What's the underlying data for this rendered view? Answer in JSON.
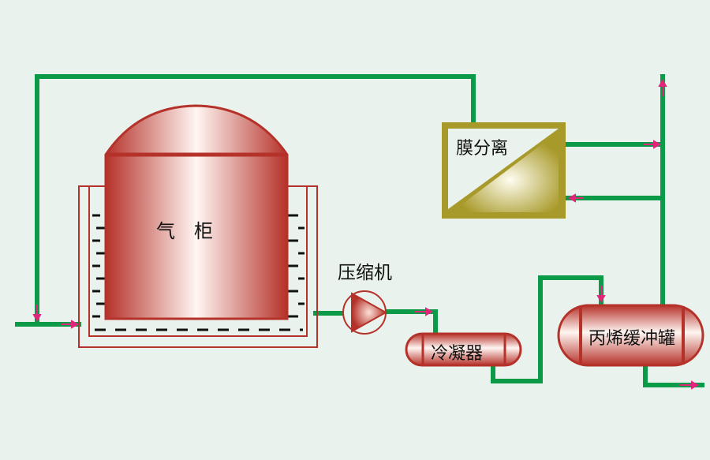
{
  "diagram": {
    "type": "process-flow",
    "colors": {
      "background": "#e9f2ec",
      "pipe": "#0a9a48",
      "vessel": "#b5322a",
      "membrane": "#a89a2a",
      "arrow": "#e0267a"
    },
    "equipment": {
      "gas_holder": {
        "label": "气　柜"
      },
      "compressor": {
        "label": "压缩机"
      },
      "condenser": {
        "label": "冷凝器"
      },
      "membrane_separator": {
        "label": "膜分离"
      },
      "propylene_buffer_tank": {
        "label": "丙烯缓冲罐"
      }
    }
  }
}
